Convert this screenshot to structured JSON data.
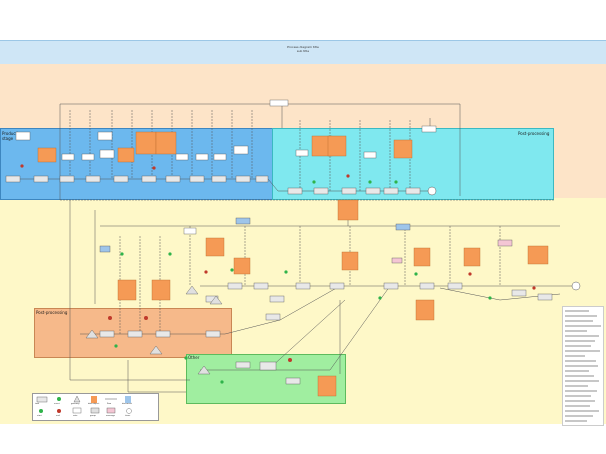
{
  "header": {
    "title_lines": [
      "Process diagram title",
      "sub title"
    ]
  },
  "pools": [
    {
      "id": "top-blue",
      "label": "Production stage"
    },
    {
      "id": "top-cyan",
      "label": "Post-processing"
    },
    {
      "id": "orange-sub",
      "label": "Post-processing"
    },
    {
      "id": "green-sub",
      "label": "Other"
    }
  ],
  "legend": {
    "items": [
      "task",
      "event",
      "gateway",
      "data object",
      "flow",
      "document",
      "start",
      "end",
      "note",
      "group",
      "message",
      "timer"
    ]
  },
  "colors": {
    "page_background": "#ffffff",
    "title_band": "#cfe6f6",
    "peach_lane": "#fde4c8",
    "blue_pool": "#6cb8ee",
    "cyan_pool": "#7fe8ef",
    "yellow_lane": "#fef8c8",
    "orange_subprocess": "#f6b98a",
    "green_subprocess": "#a0eea0",
    "task_fill": "#e8e8e8",
    "data_object_fill": "#f59a55",
    "event_green": "#2fb34a",
    "event_red": "#c0392b"
  }
}
